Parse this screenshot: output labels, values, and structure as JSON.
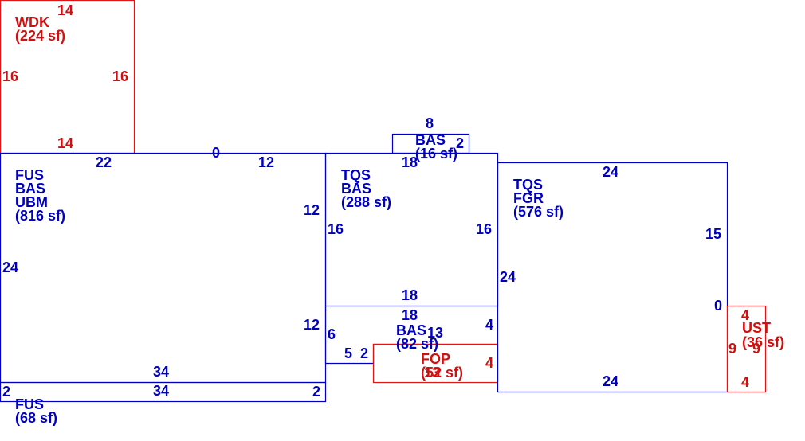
{
  "colors": {
    "main_area": "#0000c0",
    "secondary_area": "#d01010"
  },
  "areas": {
    "wdk": {
      "lines": [
        "WDK",
        "(224 sf)"
      ],
      "dims": {
        "top": "14",
        "bottom": "14",
        "left": "16",
        "right": "16"
      }
    },
    "fus_bas_ubm": {
      "lines": [
        "FUS",
        "BAS",
        "UBM",
        "(816 sf)"
      ],
      "dims": {
        "top_a": "22",
        "top_b": "0",
        "top_c": "12",
        "right_a": "12",
        "right_b": "12",
        "left": "24",
        "bottom": "34"
      }
    },
    "fus_strip": {
      "lines": [
        "FUS",
        "(68 sf)"
      ],
      "dims": {
        "top": "34",
        "left": "2",
        "right": "2"
      }
    },
    "bas_small": {
      "lines": [
        "BAS",
        "(16 sf)"
      ],
      "dims": {
        "top": "8",
        "right": "2"
      }
    },
    "tqs_bas": {
      "lines": [
        "TQS",
        "BAS",
        "(288 sf)"
      ],
      "dims": {
        "top": "18",
        "left": "16",
        "right": "16",
        "bottom": "18"
      }
    },
    "bas_lower": {
      "lines": [
        "BAS",
        "(82 sf)"
      ],
      "dims": {
        "top": "18",
        "inner": "13",
        "left": "6",
        "right": "4",
        "bottom_a": "5",
        "bottom_b": "2"
      }
    },
    "fop": {
      "lines": [
        "FOP",
        "(52 sf)"
      ],
      "overlap_text": "13",
      "dims": {
        "right": "4"
      }
    },
    "tqs_fgr": {
      "lines": [
        "TQS",
        "FGR",
        "(576 sf)"
      ],
      "dims": {
        "top": "24",
        "right": "15",
        "right_b": "0",
        "left": "24",
        "bottom": "24"
      }
    },
    "ust": {
      "lines": [
        "UST",
        "(36 sf)"
      ],
      "dims": {
        "top": "4",
        "bottom": "4",
        "left": "9",
        "right": "9"
      }
    }
  }
}
